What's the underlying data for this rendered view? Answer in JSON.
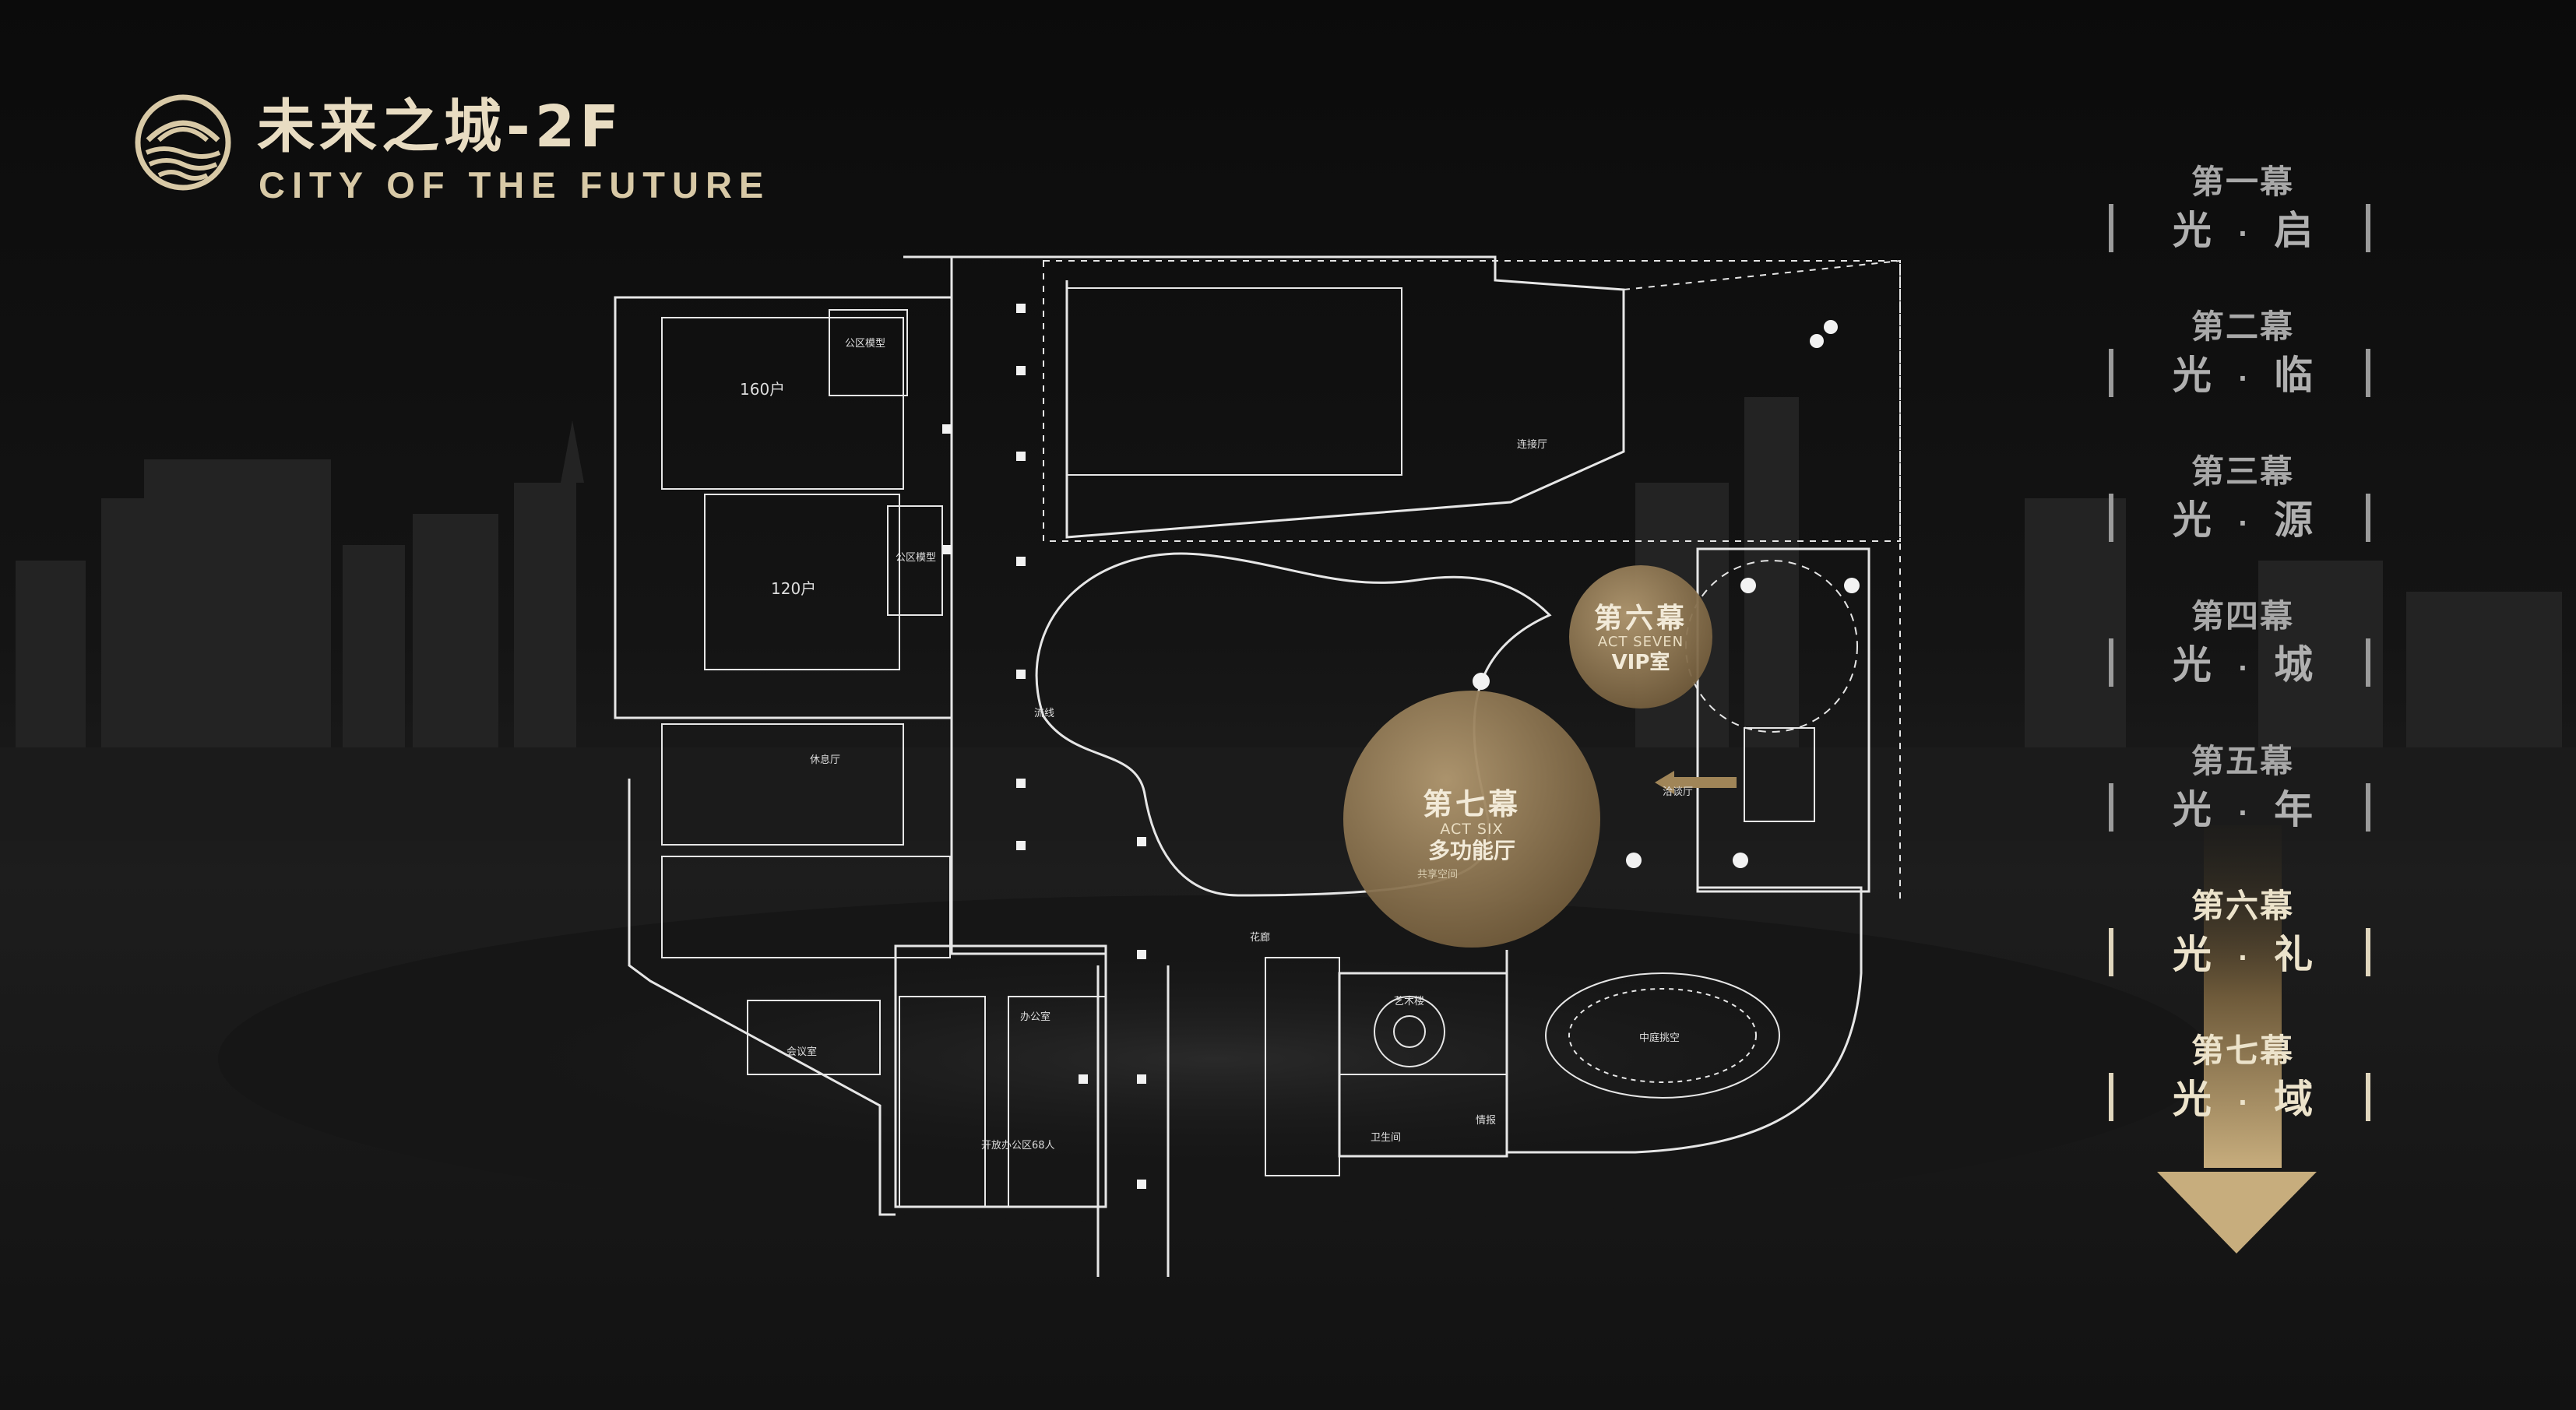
{
  "header": {
    "title": "未来之城-2F",
    "subtitle": "CITY OF THE FUTURE"
  },
  "acts": [
    {
      "title": "第一幕",
      "left": "光",
      "right": "启",
      "highlight": false
    },
    {
      "title": "第二幕",
      "left": "光",
      "right": "临",
      "highlight": false
    },
    {
      "title": "第三幕",
      "left": "光",
      "right": "源",
      "highlight": false
    },
    {
      "title": "第四幕",
      "left": "光",
      "right": "城",
      "highlight": false
    },
    {
      "title": "第五幕",
      "left": "光",
      "right": "年",
      "highlight": false
    },
    {
      "title": "第六幕",
      "left": "光",
      "right": "礼",
      "highlight": true
    },
    {
      "title": "第七幕",
      "left": "光",
      "right": "域",
      "highlight": true
    }
  ],
  "act_separator": "·",
  "bubbles": {
    "vip": {
      "title": "第六幕",
      "en": "ACT SEVEN",
      "name": "VIP室"
    },
    "hall": {
      "title": "第七幕",
      "en": "ACT SIX",
      "name": "多功能厅",
      "note": "共享空间"
    }
  },
  "rooms": {
    "r160": "160户",
    "r120": "120户",
    "gongqu1": "公区模型",
    "gongqu2": "公区模型",
    "liulan": "流线",
    "huaju": "花廊",
    "huiyi": "会议室",
    "kaifang": "开放办公区68人",
    "bangong": "办公室",
    "yishu": "艺术楼",
    "zhongting": "中庭挑空",
    "qiaqia": "洽谈厅",
    "lianxi": "连接厅",
    "jingbao": "情报",
    "weisheng": "卫生间",
    "xiuxi": "休息厅"
  },
  "colors": {
    "background": "#0d0d0d",
    "gold": "#a08558",
    "gold_light": "#e8dcc2",
    "line": "#e6e6e6"
  }
}
